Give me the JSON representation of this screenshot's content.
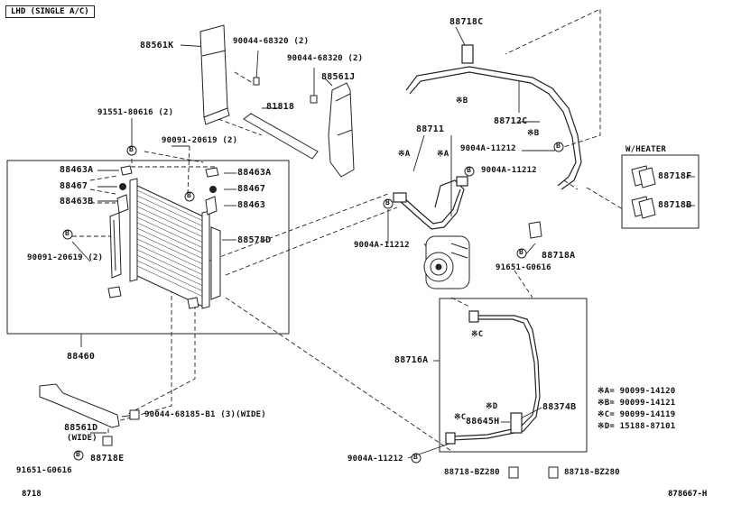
{
  "header": {
    "variant": "LHD (SINGLE A/C)"
  },
  "footer": {
    "left": "8718",
    "right": "878667-H"
  },
  "labels": {
    "p88561K": "88561K",
    "p90044_68320_a": "90044-68320 (2)",
    "p90044_68320_b": "90044-68320 (2)",
    "p88561J": "88561J",
    "p81818": "81818",
    "p91551": "91551-80616 (2)",
    "p90091_a": "90091-20619 (2)",
    "p90091_b": "90091-20619 (2)",
    "p88463A_l": "88463A",
    "p88467_l": "88467",
    "p88463B": "88463B",
    "p88463A_r": "88463A",
    "p88467_r": "88467",
    "p88463_r": "88463",
    "p88578D": "88578D",
    "p88460": "88460",
    "p88561D": "88561D",
    "p88561D_sub": "(WIDE)",
    "p90044_68185": "90044-68185-B1 (3)(WIDE)",
    "p88718E": "88718E",
    "p91651_l": "91651-G0616",
    "p88718C": "88718C",
    "p88712C": "88712C",
    "p9004A_a": "9004A-11212",
    "p88711": "88711",
    "p9004A_b": "9004A-11212",
    "p9004A_c": "9004A-11212",
    "p88718A": "88718A",
    "p91651_r": "91651-G0616",
    "p88716A": "88716A",
    "p88374B": "88374B",
    "p88645H": "88645H",
    "p9004A_d": "9004A-11212",
    "p88718_BZ280_a": "88718-BZ280",
    "p88718_BZ280_b": "88718-BZ280",
    "wheater": "W/HEATER",
    "p88718F": "88718F",
    "p88718B": "88718B",
    "markA1": "※A",
    "markA2": "※A",
    "markB1": "※B",
    "markB2": "※B",
    "markC": "※C",
    "markC2": "※C",
    "markD": "※D"
  },
  "legend": [
    {
      "key": "※A=",
      "value": "90099-14120"
    },
    {
      "key": "※B=",
      "value": "90099-14121"
    },
    {
      "key": "※C=",
      "value": "90099-14119"
    },
    {
      "key": "※D=",
      "value": "15188-87101"
    }
  ],
  "circled": {
    "B": "B"
  }
}
